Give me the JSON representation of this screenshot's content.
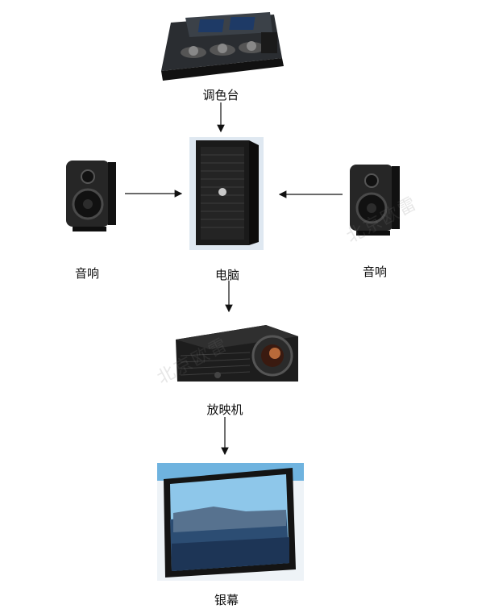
{
  "nodes": {
    "console": {
      "label": "调色台"
    },
    "computer": {
      "label": "电脑"
    },
    "speaker_left": {
      "label": "音响"
    },
    "speaker_right": {
      "label": "音响"
    },
    "projector": {
      "label": "放映机"
    },
    "screen": {
      "label": "银幕"
    }
  },
  "watermark": {
    "text": "北京欧雷"
  },
  "colors": {
    "line": "#111111",
    "device": "#1b1b1b",
    "screen_sky": "#6fb3df"
  }
}
